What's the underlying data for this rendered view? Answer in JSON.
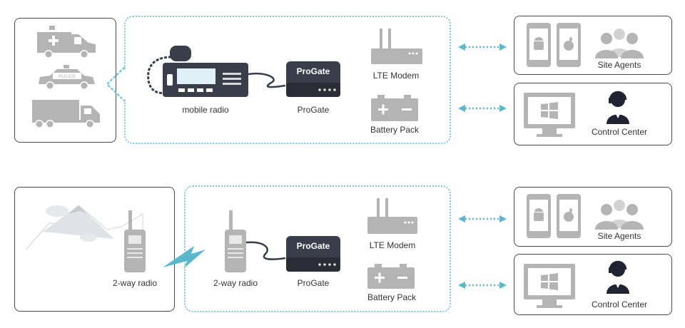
{
  "colors": {
    "accent": "#5bb8cc",
    "dashed_border": "#7ec8d8",
    "device_dark": "#3a3d4a",
    "icon_gray": "#b4b4b4",
    "frame": "#4a4a4a"
  },
  "icons": [
    "ambulance-icon",
    "police-car-icon",
    "truck-icon",
    "mobile-radio-icon",
    "progate-device-icon",
    "lte-modem-icon",
    "battery-pack-icon",
    "android-phone-icon",
    "apple-phone-icon",
    "agents-group-icon",
    "monitor-windows-icon",
    "operator-headset-icon",
    "mountain-icon",
    "walkie-talkie-icon",
    "lightning-bolt-icon"
  ],
  "top": {
    "mobile_radio_label": "mobile radio",
    "progate_label": "ProGate",
    "progate_brand": "ProGate",
    "modem_label": "LTE Modem",
    "battery_label": "Battery Pack",
    "site_agents_label": "Site Agents",
    "control_center_label": "Control Center"
  },
  "bottom": {
    "radio_outside_label": "2-way radio",
    "radio_inside_label": "2-way radio",
    "progate_label": "ProGate",
    "progate_brand": "ProGate",
    "modem_label": "LTE Modem",
    "battery_label": "Battery Pack",
    "site_agents_label": "Site Agents",
    "control_center_label": "Control Center"
  },
  "vehicles": {
    "police_text": "POLICE"
  }
}
